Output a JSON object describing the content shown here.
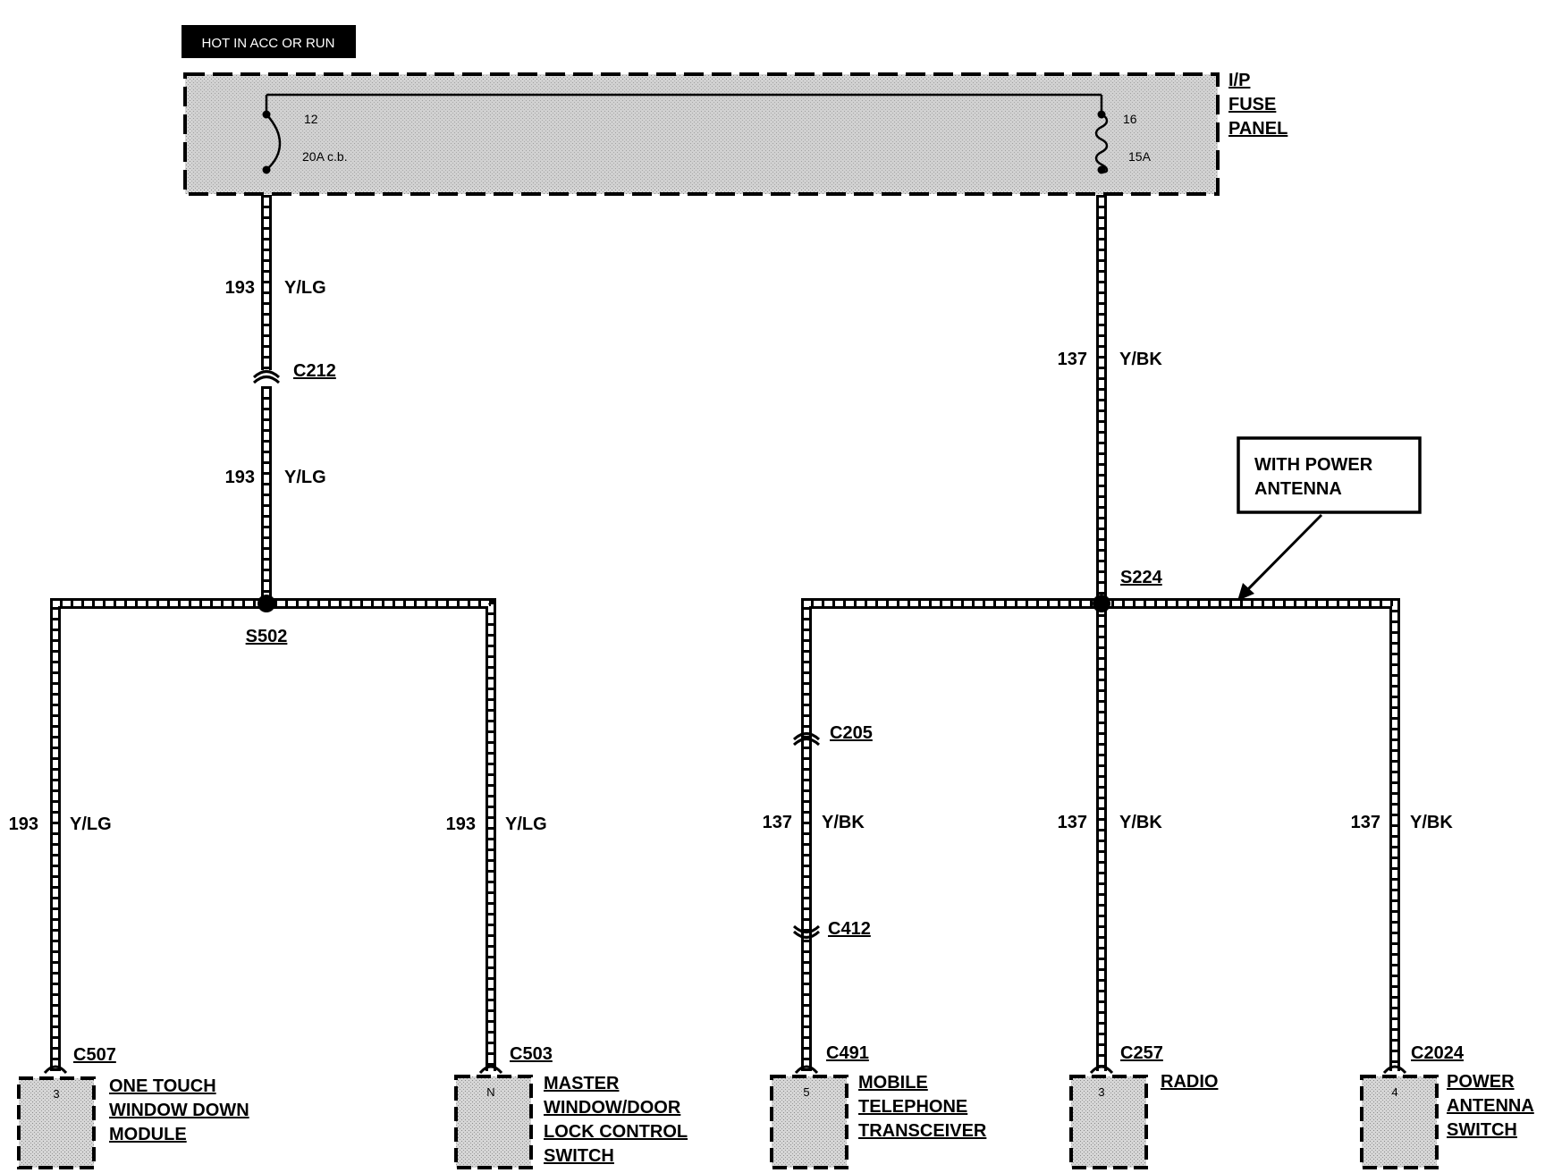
{
  "header": {
    "hot_label": "HOT IN ACC OR RUN"
  },
  "fuse_panel": {
    "name_line1": "I/P",
    "name_line2": "FUSE",
    "name_line3": "PANEL",
    "left_fuse_number": "12",
    "left_fuse_rating": "20A c.b.",
    "right_fuse_number": "16",
    "right_fuse_rating": "15A"
  },
  "circuits": {
    "c193": {
      "number": "193",
      "color": "Y/LG"
    },
    "c137": {
      "number": "137",
      "color": "Y/BK"
    }
  },
  "connectors": {
    "c212": "C212",
    "c205": "C205",
    "c412": "C412",
    "c507": "C507",
    "c503": "C503",
    "c491": "C491",
    "c257": "C257",
    "c2024": "C2024"
  },
  "splices": {
    "s502": "S502",
    "s224": "S224"
  },
  "callout": {
    "line1": "WITH POWER",
    "line2": "ANTENNA"
  },
  "components": {
    "one_touch": {
      "pin": "3",
      "line1": "ONE TOUCH",
      "line2": "WINDOW DOWN",
      "line3": "MODULE"
    },
    "master_switch": {
      "pin": "N",
      "line1": "MASTER",
      "line2": "WINDOW/DOOR",
      "line3": "LOCK CONTROL",
      "line4": "SWITCH"
    },
    "mobile_phone": {
      "pin": "5",
      "line1": "MOBILE",
      "line2": "TELEPHONE",
      "line3": "TRANSCEIVER"
    },
    "radio": {
      "pin": "3",
      "line1": "RADIO"
    },
    "power_antenna": {
      "pin": "4",
      "line1": "POWER",
      "line2": "ANTENNA",
      "line3": "SWITCH"
    }
  }
}
